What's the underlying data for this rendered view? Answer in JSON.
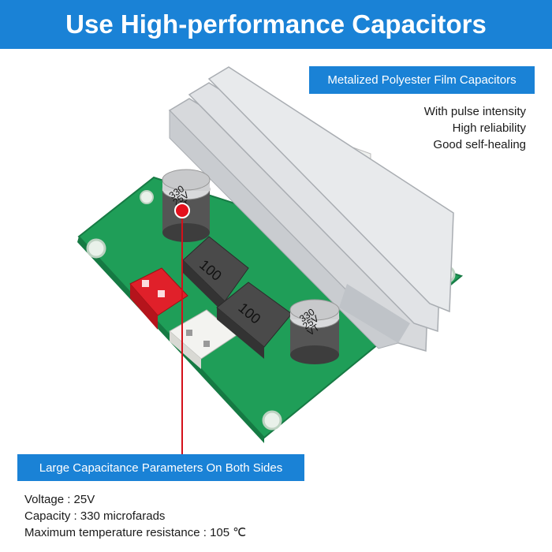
{
  "banner": {
    "title": "Use High-performance Capacitors"
  },
  "film_capacitor": {
    "label": "Metalized Polyester Film Capacitors",
    "features": [
      "With pulse intensity",
      "High reliability",
      "Good self-healing"
    ]
  },
  "parameters": {
    "label": "Large Capacitance Parameters On Both Sides",
    "lines": [
      "Voltage : 25V",
      "Capacity : 330 microfarads",
      "Maximum temperature resistance : 105 ℃"
    ]
  },
  "board": {
    "capacitor_marking": [
      "330",
      "25V",
      "VT"
    ],
    "inductor_marking": "100"
  },
  "colors": {
    "accent": "#1a82d6",
    "pcb": "#1f9e58",
    "pointer": "#d4101a"
  }
}
